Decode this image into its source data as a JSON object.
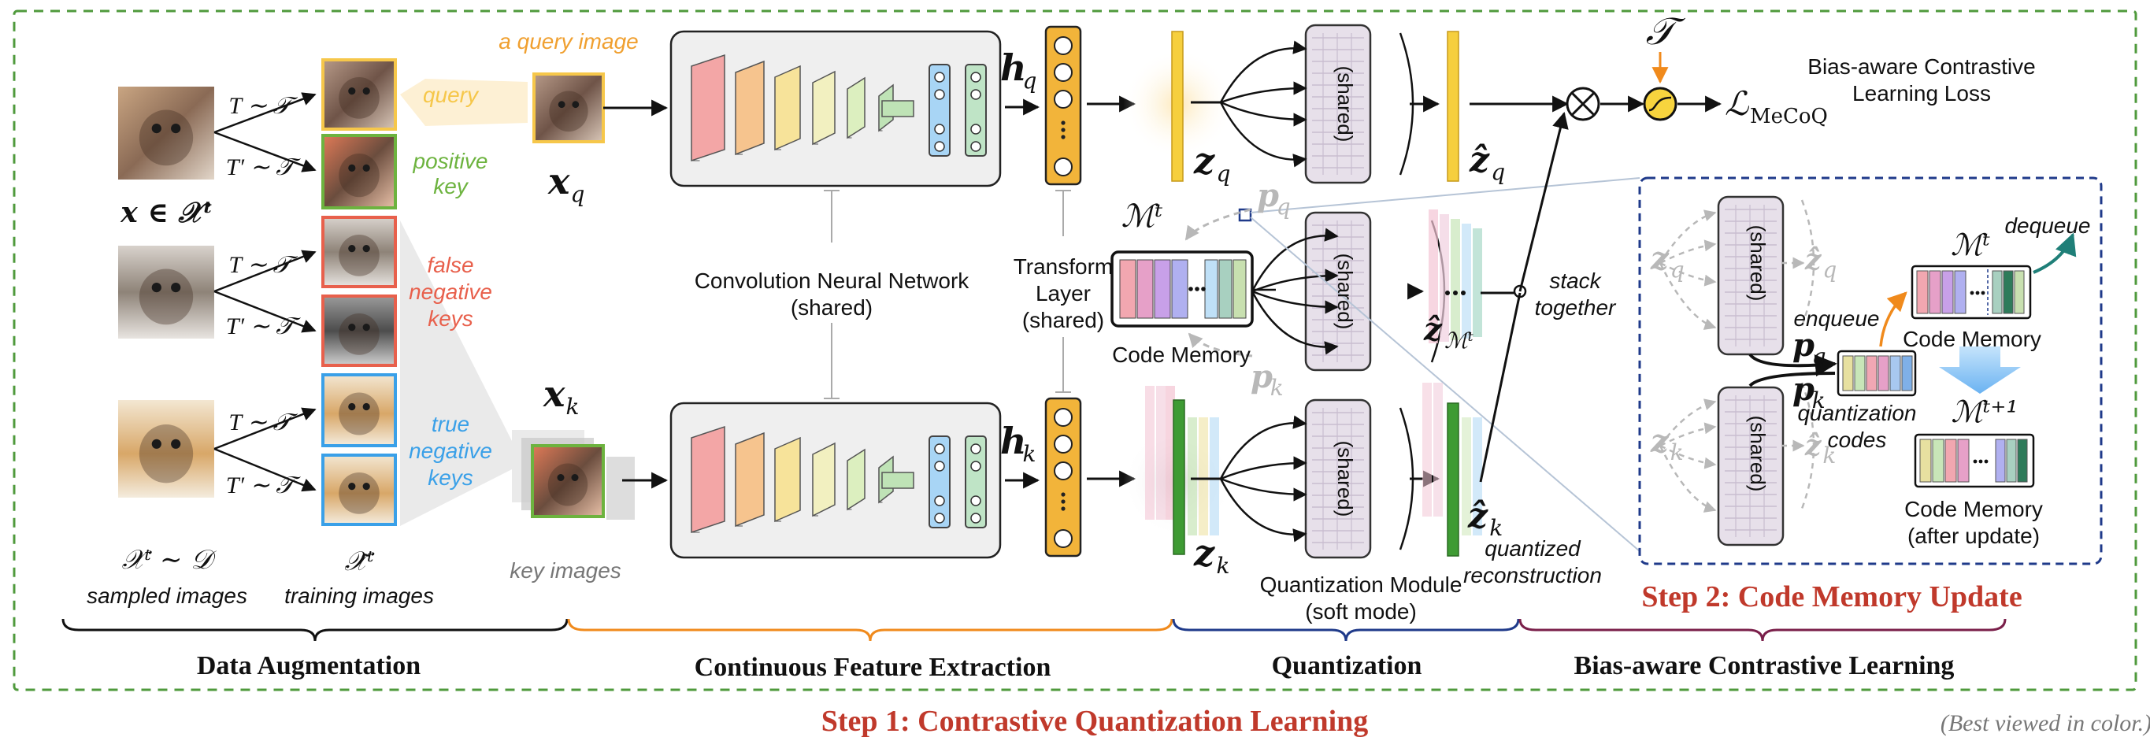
{
  "colors": {
    "orange": "#f0a030",
    "green_text": "#6db33f",
    "red_text": "#e8604c",
    "blue_text": "#3aa0e8",
    "dark_red": "#c0392b",
    "query_yellow": "#f6c74a",
    "navy": "#1f3a8a"
  },
  "augment": {
    "set_label": "x ∈ 𝒳ᵗ",
    "t1": "T ∼ 𝒯",
    "t2": "T′ ∼ 𝒯",
    "query": "query",
    "positive_key": [
      "positive",
      "key"
    ],
    "false_negative": [
      "false",
      "negative",
      "keys"
    ],
    "true_negative": [
      "true",
      "negative",
      "keys"
    ],
    "sampled_sym": "𝒳ᵗ ∼ 𝒟",
    "sampled": "sampled images",
    "training_sym": "𝒳̃ᵗ",
    "training": "training images",
    "icons": [
      "cat-image-icon",
      "cat-blanket-image-icon",
      "dog-image-icon"
    ]
  },
  "extract": {
    "query_image": "a query image",
    "xq": "x",
    "xq_sub": "q",
    "xk": "x",
    "xk_sub": "k",
    "key_images": "key images",
    "cnn_label": [
      "Convolution Neural Network",
      "(shared)"
    ],
    "hq": "h",
    "hq_sub": "q",
    "hk": "h",
    "hk_sub": "k",
    "transform": [
      "Transform",
      "Layer",
      "(shared)"
    ]
  },
  "quant": {
    "zq": "z",
    "zq_sub": "q",
    "zk": "z",
    "zk_sub": "k",
    "shared": "(shared)",
    "mt": "ℳᵗ",
    "pq": "p",
    "pq_sub": "q",
    "pk": "p",
    "pk_sub": "k",
    "code_memory": "Code Memory",
    "module_label": [
      "Quantization Module",
      "(soft mode)"
    ],
    "zhat_q": "ẑ",
    "zhat_q_sub": "q",
    "zhat_k": "ẑ",
    "zhat_k_sub": "k",
    "zhat_m": "ẑ",
    "zhat_m_sub": "ℳᵗ",
    "stack": [
      "stack",
      "together"
    ],
    "quantized": [
      "quantized",
      "reconstruction"
    ]
  },
  "loss": {
    "tau": "𝒯",
    "otimes": "⊗",
    "loss": "ℒ",
    "loss_sub": "MeCoQ",
    "title": [
      "Bias-aware Contrastive",
      "Learning Loss"
    ]
  },
  "step2": {
    "title": "Step 2: Code Memory Update",
    "zq": "z",
    "zq_sub": "q",
    "zk": "z",
    "zk_sub": "k",
    "zhq": "ẑ",
    "zhq_sub": "q",
    "zhk": "ẑ",
    "zhk_sub": "k",
    "shared": "(shared)",
    "enqueue": "enqueue",
    "dequeue": "dequeue",
    "pq": "p",
    "pq_sub": "q",
    "pk": "p",
    "pk_sub": "k",
    "quant_codes": [
      "quantization",
      "codes"
    ],
    "mt": "ℳᵗ",
    "mt1": "ℳᵗ⁺¹",
    "code_memory": "Code Memory",
    "after": [
      "Code Memory",
      "(after update)"
    ]
  },
  "sections": [
    "Data Augmentation",
    "Continuous Feature Extraction",
    "Quantization",
    "Bias-aware Contrastive Learning"
  ],
  "step1": "Step 1: Contrastive Quantization Learning",
  "note": "(Best viewed in color.)"
}
